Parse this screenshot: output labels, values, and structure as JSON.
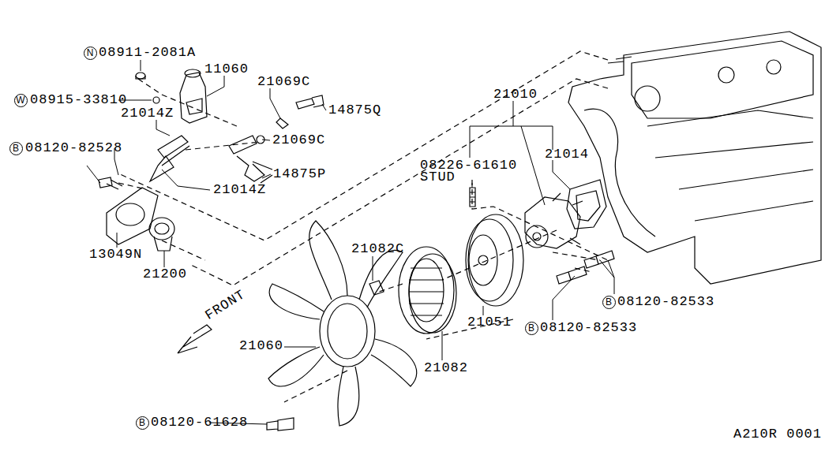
{
  "diagram": {
    "nodes": [
      {
        "text": [
          "N"
        ]
      },
      {
        "text": [
          "W"
        ]
      },
      {
        "text": [
          "B"
        ]
      },
      {
        "text": [
          "B"
        ]
      },
      {
        "text": [
          "B"
        ]
      },
      {
        "text": [
          "B"
        ]
      }
    ],
    "labels": [
      "08911-2081A",
      "11060",
      "08915-33810",
      "21014Z",
      "21069C",
      "14875Q",
      "21069C",
      "08120-82528",
      "14875P",
      "21014Z",
      "13049N",
      "21200",
      "21010",
      "21014",
      "08226-61610",
      "STUD",
      "21082C",
      "08120-82533",
      "21051",
      "08120-82533",
      "21060",
      "FRONT",
      "21082",
      "08120-61628",
      "A210R 0001"
    ]
  }
}
